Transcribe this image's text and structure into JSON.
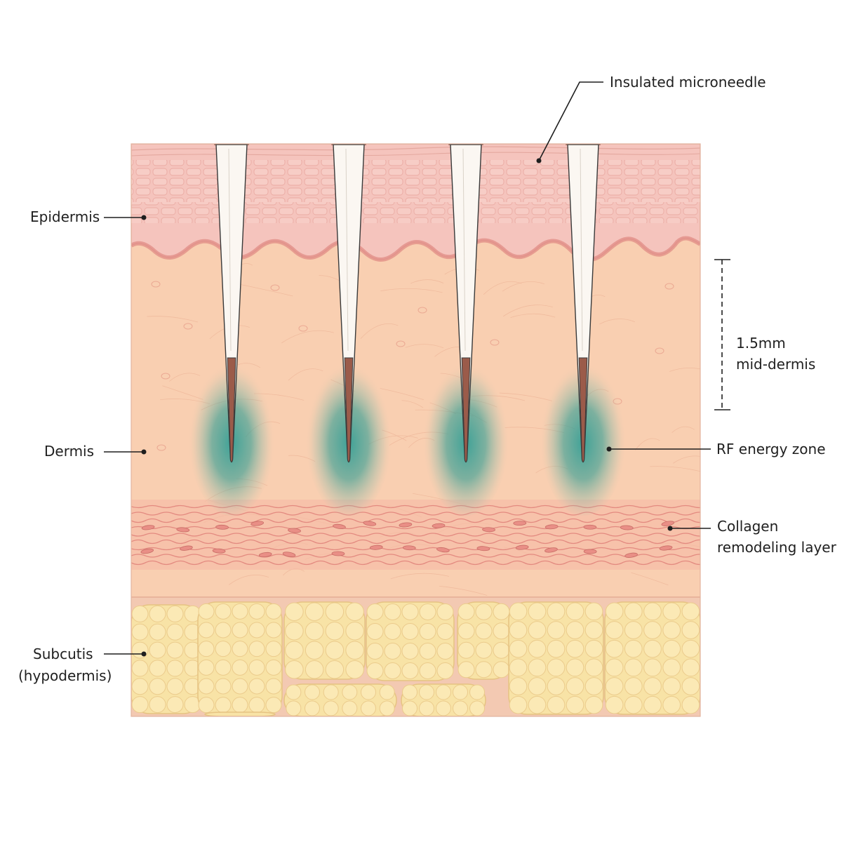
{
  "labels": {
    "insulated_microneedle": "Insulated microneedle",
    "epidermis": "Epidermis",
    "dermis": "Dermis",
    "depth_value": "1.5mm",
    "depth_layer": "mid-dermis",
    "rf_energy_zone": "RF energy zone",
    "collagen_line1": "Collagen",
    "collagen_line2": "remodeling layer",
    "subcutis_line1": "Subcutis",
    "subcutis_line2": "(hypodermis)"
  },
  "needle_count": 4,
  "colors": {
    "epidermis": "#f5c4bd",
    "dermis": "#f9cfb1",
    "collagen": "#e98f86",
    "fat": "#f8e3a6",
    "rf_zone": "#1f9a93",
    "needle": "#fbf7f2",
    "needle_tip": "#9b5b4a"
  }
}
